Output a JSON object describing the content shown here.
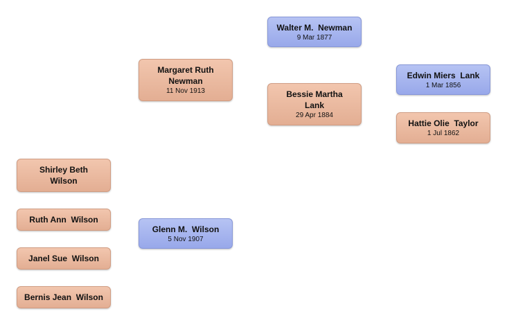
{
  "people": {
    "walter": {
      "name": "Walter M.  Newman",
      "date": "9 Mar 1877",
      "gender": "male"
    },
    "margaret": {
      "name": "Margaret Ruth\nNewman",
      "date": "11 Nov 1913",
      "gender": "female"
    },
    "edwin": {
      "name": "Edwin Miers  Lank",
      "date": "1 Mar 1856",
      "gender": "male"
    },
    "bessie": {
      "name": "Bessie Martha\nLank",
      "date": "29 Apr 1884",
      "gender": "female"
    },
    "hattie": {
      "name": "Hattie Olie  Taylor",
      "date": "1 Jul 1862",
      "gender": "female"
    },
    "shirley": {
      "name": "Shirley Beth\nWilson",
      "gender": "female"
    },
    "ruth": {
      "name": "Ruth Ann  Wilson",
      "gender": "female"
    },
    "glenn": {
      "name": "Glenn M.  Wilson",
      "date": "5 Nov 1907",
      "gender": "male"
    },
    "janel": {
      "name": "Janel Sue  Wilson",
      "gender": "female"
    },
    "bernis": {
      "name": "Bernis Jean  Wilson",
      "gender": "female"
    }
  },
  "colors": {
    "female": "#e8b69b",
    "male": "#a5b3ee"
  }
}
